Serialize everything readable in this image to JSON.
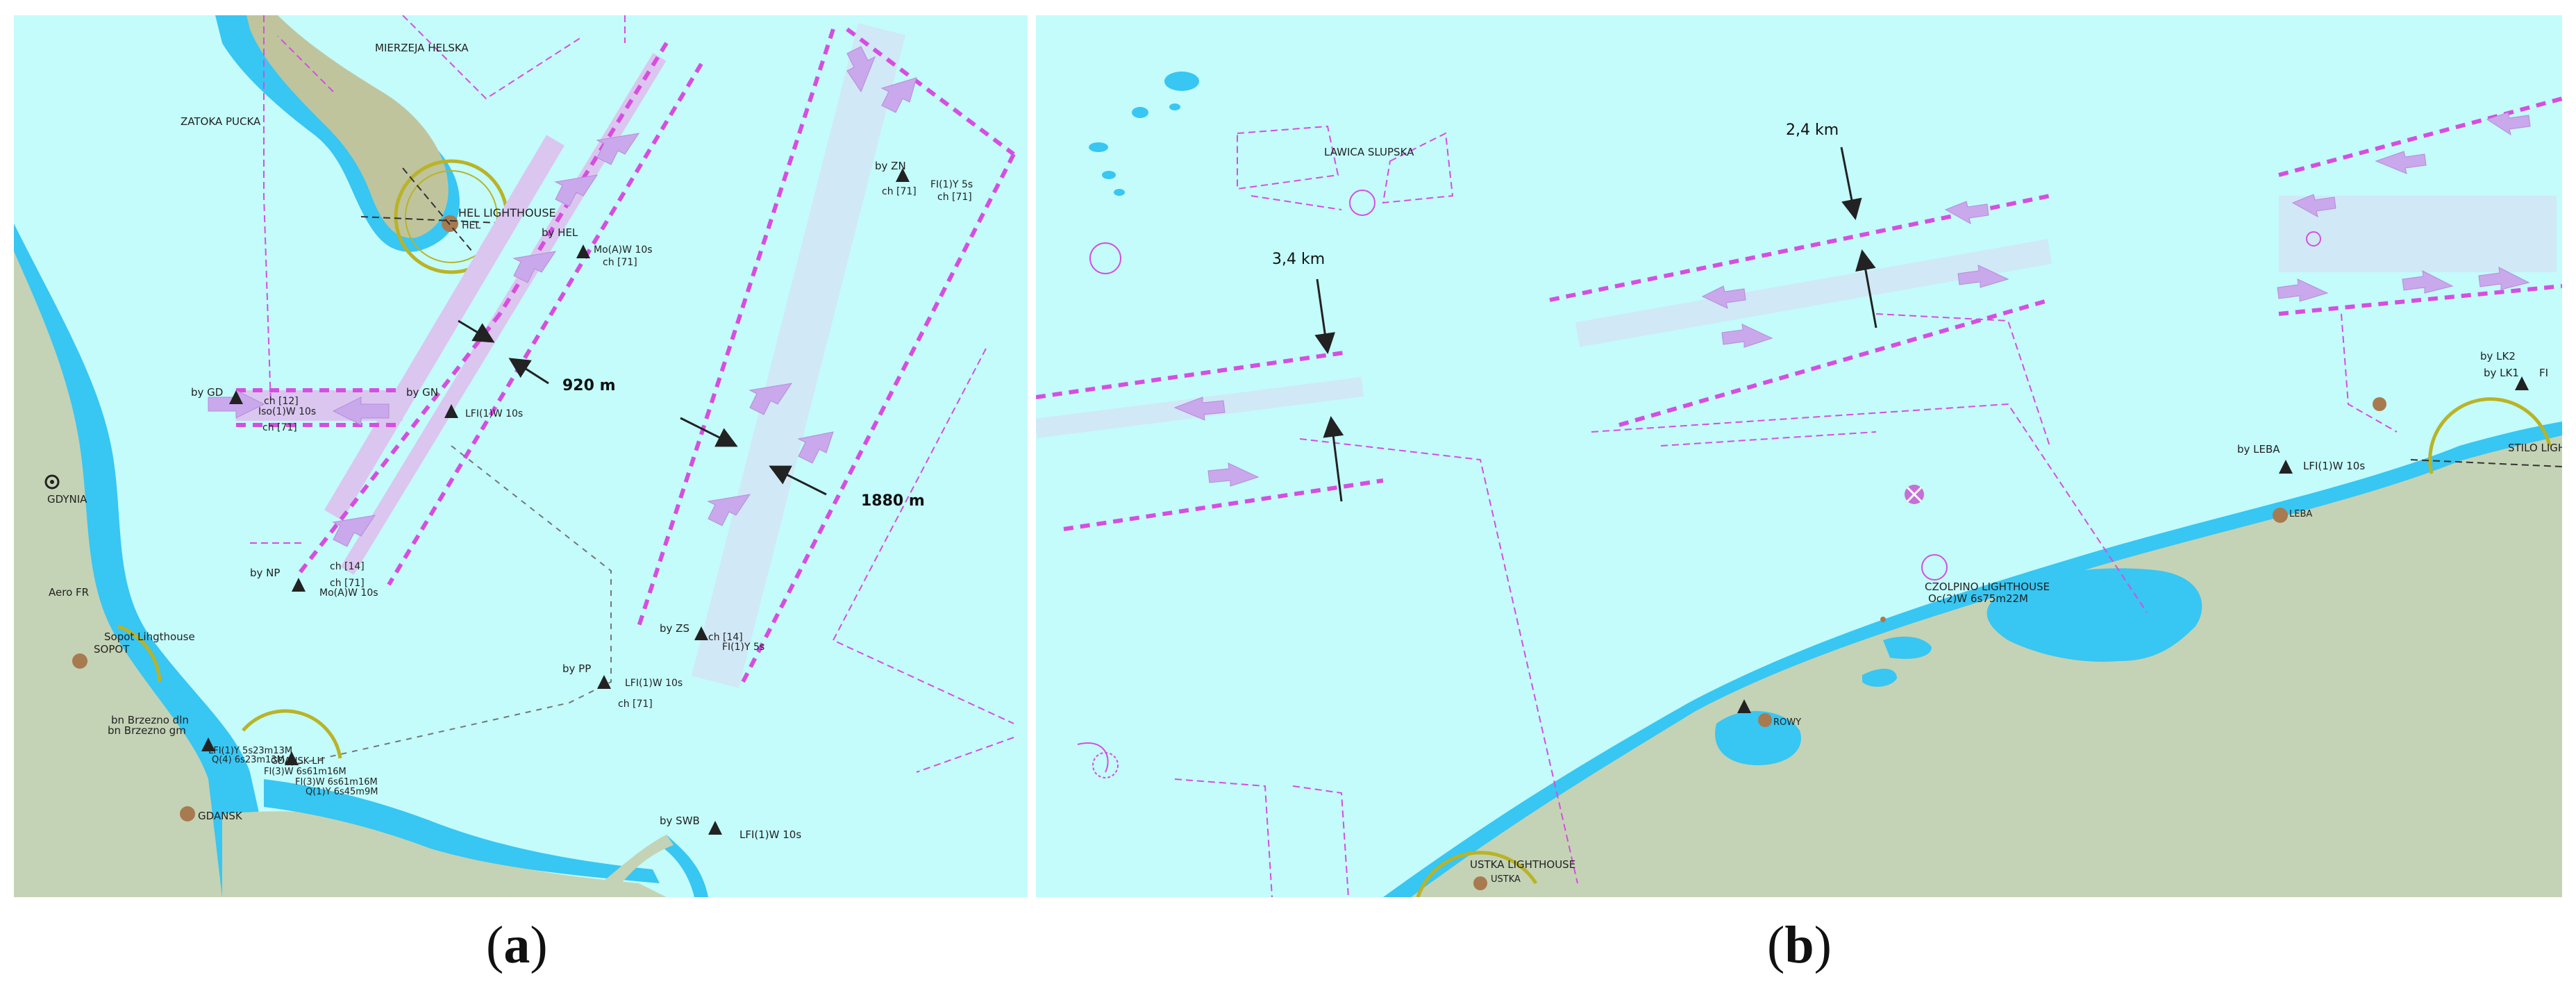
{
  "colors": {
    "sea": "#c4fbfb",
    "deep_water": "#38c6f2",
    "land": "#c4d3b5",
    "spit": "#bfc49d",
    "zone_line": "#d64ee0",
    "lane_band": "#dbc6f0",
    "arrow_fill": "#c9a8ec",
    "coast": "#3bb3dc",
    "town": "#a87a50",
    "lighthouse_arc": "#b9b327"
  },
  "panel_a": {
    "caption_letter": "a",
    "caption_paren_open": "(",
    "caption_paren_close": ")",
    "place_labels": {
      "mierzeja_helska": "MIERZEJA HELSKA",
      "zatoka_pucka": "ZATOKA PUCKA",
      "gdynia": "GDYNIA",
      "sopot": "SOPOT",
      "gdansk": "GDANSK",
      "hel_lighthouse": "HEL LIGHTHOUSE",
      "hel": "HEL",
      "aero_fr": "Aero FR",
      "sopot_lighthouse": "Sopot Lihgthouse",
      "brzezno_1": "bn Brzezno dln",
      "brzezno_2": "bn Brzezno gm",
      "fl_mix_1": "LFI(1)Y 5s23m13M",
      "fl_mix_2": "Q(4) 6s23m13M",
      "fl_mix_3": "FI(3)W 6s61m16M",
      "fl_mix_4": "FI(3)W 6s61m16M",
      "fl_mix_5": "Q(1)Y 6s45m9M",
      "gdansk_abbrev": "GDANSK LH"
    },
    "buoys": {
      "hel": {
        "name": "by HEL",
        "light": "Mo(A)W 10s",
        "ch": "ch [71]"
      },
      "zn": {
        "name": "by ZN",
        "light": "FI(1)Y 5s",
        "ch": "ch [71]",
        "ch2": "ch [71]"
      },
      "gd": {
        "name": "by GD",
        "light": "Iso(1)W 10s",
        "ch": "ch [12]",
        "ch2": "ch [71]"
      },
      "gn": {
        "name": "by GN",
        "light": "LFI(1)W 10s"
      },
      "np": {
        "name": "by NP",
        "light": "Mo(A)W 10s",
        "ch": "ch [14]",
        "ch2": "ch [71]"
      },
      "zs": {
        "name": "by ZS",
        "light": "FI(1)Y 5s",
        "ch": "ch [14]"
      },
      "pp": {
        "name": "by PP",
        "light": "LFI(1)W 10s",
        "ch": "ch [71]"
      },
      "swb": {
        "name": "by SWB",
        "light": "LFI(1)W 10s"
      }
    },
    "measurements": {
      "width_1": "920 m",
      "width_2": "1880 m"
    }
  },
  "panel_b": {
    "caption_letter": "b",
    "caption_paren_open": "(",
    "caption_paren_close": ")",
    "place_labels": {
      "lawica_slupska": "LAWICA SLUPSKA",
      "leba": "LEBA",
      "czolpino_lighthouse": "CZOLPINO LIGHTHOUSE",
      "czolpino_light": "Oc(2)W 6s75m22M",
      "ustka_lighthouse": "USTKA LIGHTHOUSE",
      "ustka": "USTKA",
      "stilo_lighthouse": "STILO LIGHTHO",
      "rowy": "ROWY",
      "leba_town": "LEBA"
    },
    "buoys": {
      "leba": {
        "name": "by LEBA",
        "light": "LFI(1)W 10s"
      },
      "lk2": {
        "name": "by LK2"
      },
      "lk1": {
        "name": "by LK1"
      },
      "fl": {
        "name": "FI"
      }
    },
    "measurements": {
      "width_1": "3,4 km",
      "width_2": "2,4 km"
    }
  }
}
